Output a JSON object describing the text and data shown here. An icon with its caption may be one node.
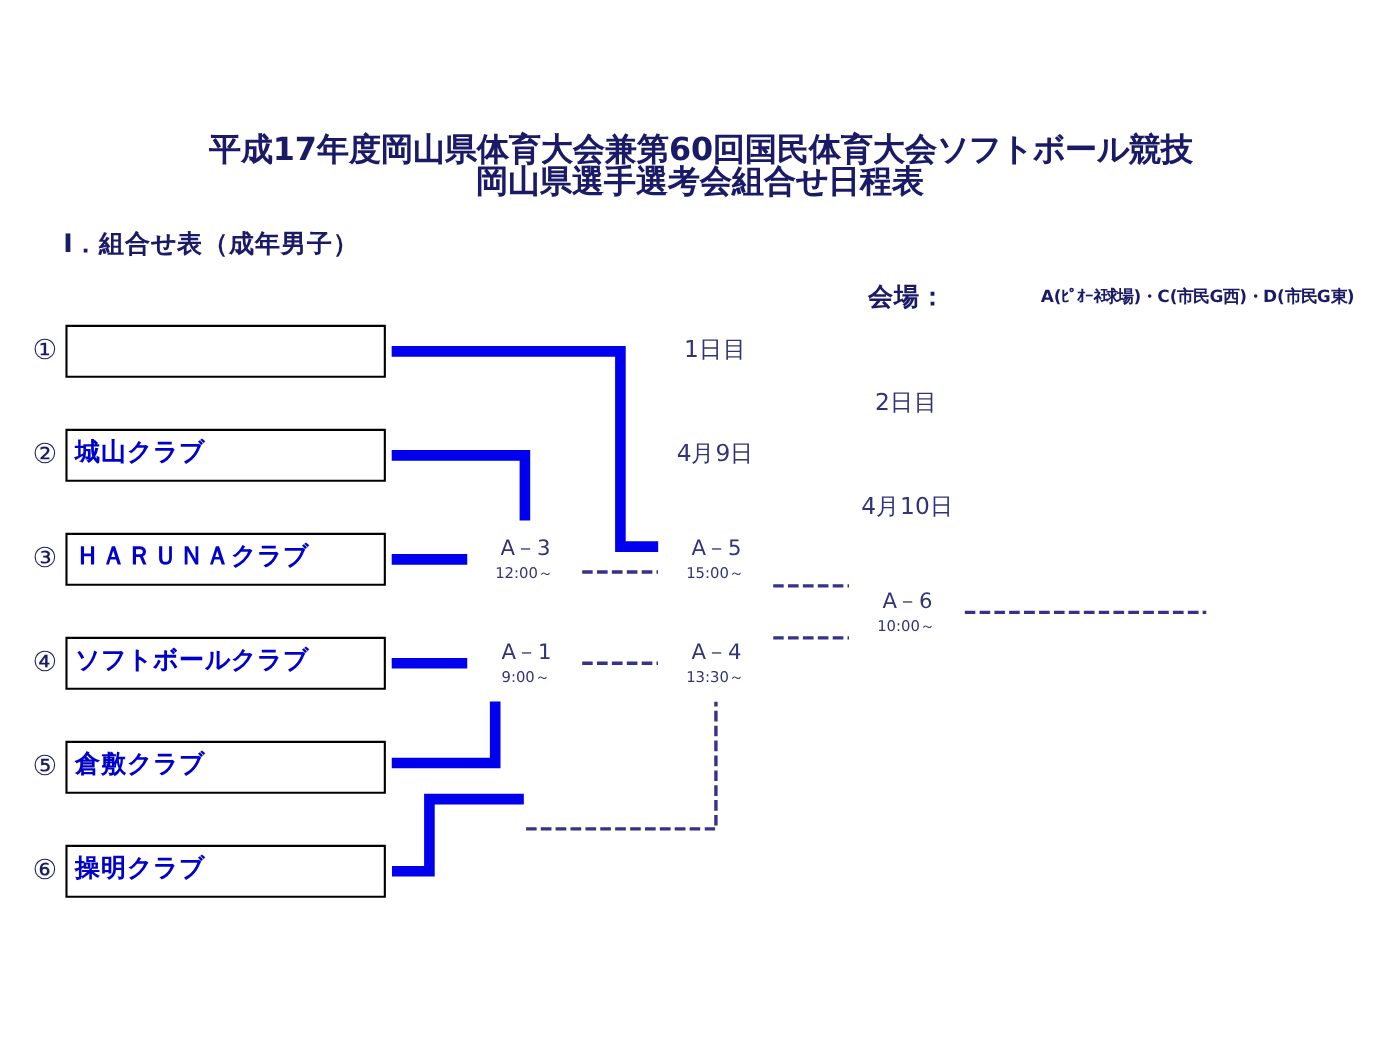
{
  "diagram": {
    "title": "平成17年度岡山県体育大会兼第60回国民体育大会ソフトボール競技岡山県選手選考会組合せ日程表",
    "nodes": [
      {
        "text": [],
        "shape": "box",
        "beside": [
          "①"
        ]
      },
      {
        "text": [
          "城山クラブ"
        ],
        "beside": [
          "②"
        ]
      },
      {
        "text": [
          "ＨＡＲＵＮＡクラブ"
        ],
        "beside": [
          "③"
        ]
      },
      {
        "text": [
          "ソフトボールクラブ"
        ],
        "beside": [
          "④"
        ]
      },
      {
        "text": [
          "倉敷クラブ"
        ],
        "beside": [
          "⑤"
        ]
      },
      {
        "text": [
          "操明クラブ"
        ],
        "beside": [
          "⑥"
        ]
      },
      {
        "text": [
          "A－5",
          "15:00～"
        ]
      },
      {
        "text": [
          "A－3",
          "12:00～"
        ]
      },
      {
        "text": [
          "A－6",
          "10:00～"
        ]
      },
      {
        "text": [
          "A－1",
          "9:00～"
        ]
      },
      {
        "text": [
          "A－4",
          "13:30～"
        ]
      }
    ],
    "edges": [
      {
        "from": 0,
        "to": 6,
        "arrow": "none",
        "style": "thick",
        "color": "#0000ee"
      },
      {
        "from": 1,
        "to": 7,
        "arrow": "none",
        "style": "thick",
        "color": "#0000ee"
      },
      {
        "from": 2,
        "to": 7,
        "arrow": "none",
        "style": "thick",
        "color": "#0000ee"
      },
      {
        "from": 7,
        "to": 6,
        "arrow": "none",
        "style": "dashed",
        "color": "#333388"
      },
      {
        "from": 6,
        "to": 8,
        "arrow": "none",
        "style": "dashed",
        "color": "#333388"
      },
      {
        "from": 3,
        "to": 9,
        "arrow": "none",
        "style": "thick",
        "color": "#0000ee"
      },
      {
        "from": 4,
        "to": 9,
        "arrow": "none",
        "style": "thick",
        "color": "#0000ee"
      },
      {
        "from": 9,
        "to": 10,
        "arrow": "none",
        "style": "dashed",
        "color": "#333388"
      },
      {
        "from": 5,
        "to": null,
        "arrow": "none",
        "style": "thick",
        "color": "#0000ee"
      },
      {
        "from": null,
        "to": 10,
        "arrow": "none",
        "style": "dashed",
        "color": "#333388"
      },
      {
        "from": 10,
        "to": 8,
        "arrow": "none",
        "style": "dashed",
        "color": "#333388"
      },
      {
        "from": 8,
        "to": null,
        "arrow": "none",
        "style": "dashed",
        "color": "#333388"
      }
    ],
    "labels": [
      "Ⅰ．組合せ表（成年男子）",
      "会場：",
      "A(ﾋﾟｵｰﾈ球場)・C(市民G西)・D(市民G東)",
      "1日目",
      "4月9日",
      "2日目",
      "4月10日"
    ]
  }
}
